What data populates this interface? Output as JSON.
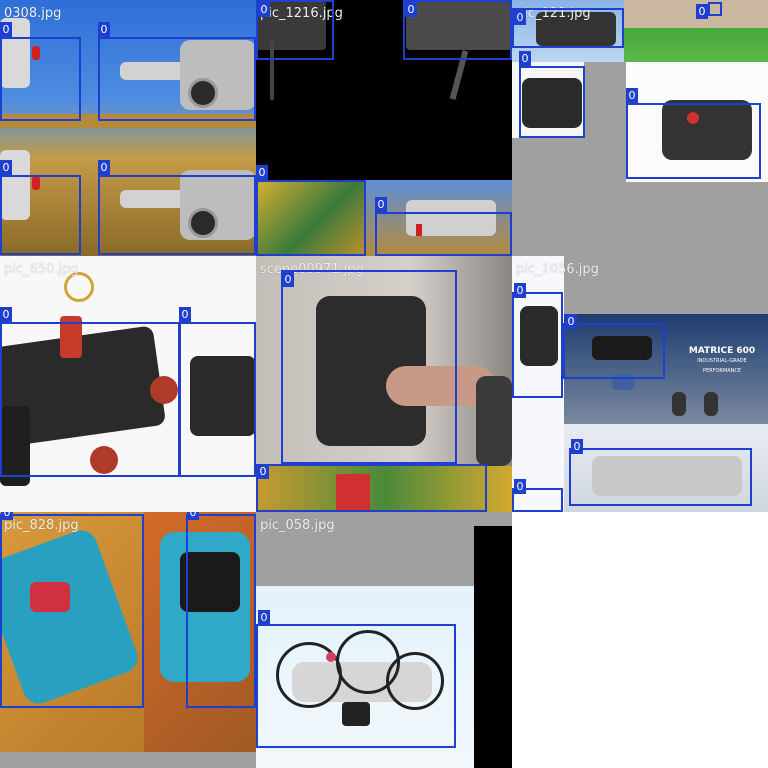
{
  "tiles": [
    {
      "filename": "0308.jpg",
      "boxes": [
        {
          "label": "0"
        },
        {
          "label": "0"
        },
        {
          "label": "0"
        },
        {
          "label": "0"
        }
      ]
    },
    {
      "filename": "pic_1216.jpg",
      "boxes": [
        {
          "label": "0"
        },
        {
          "label": "0"
        }
      ]
    },
    {
      "filename": "pic_121.jpg",
      "boxes": [
        {
          "label": "0"
        },
        {
          "label": "0"
        },
        {
          "label": "0"
        },
        {
          "label": "0"
        }
      ]
    },
    {
      "filename": "pic_650.jpg",
      "boxes": [
        {
          "label": "0"
        },
        {
          "label": "0"
        }
      ]
    },
    {
      "filename": "scene00971.jpg",
      "boxes": [
        {
          "label": "0"
        },
        {
          "label": "0"
        }
      ]
    },
    {
      "filename": "pic_1056.jpg",
      "boxes": [
        {
          "label": "0"
        },
        {
          "label": "0"
        },
        {
          "label": "0"
        },
        {
          "label": "0"
        }
      ]
    },
    {
      "filename": "pic_828.jpg",
      "boxes": [
        {
          "label": "0"
        },
        {
          "label": "0"
        }
      ]
    },
    {
      "filename": "pic_058.jpg",
      "boxes": [
        {
          "label": "0"
        }
      ]
    }
  ],
  "poster_text": {
    "line1": "MATRICE 600",
    "line2": "INDUSTRIAL-GRADE PERFORMANCE"
  },
  "colors": {
    "box": "#1e3fd0",
    "label_bg": "#1e3fd0",
    "label_text": "#ffffff",
    "padding_gray": "#a0a0a0"
  }
}
